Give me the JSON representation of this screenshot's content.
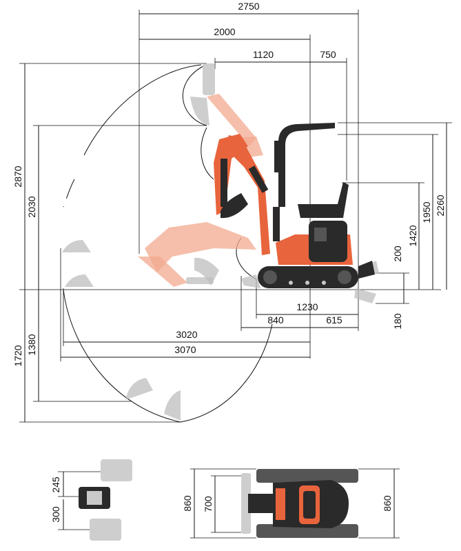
{
  "side_view": {
    "horizontal_dims": {
      "overall": "2750",
      "to_pivot": "2000",
      "boom_offset": "1120",
      "rear": "750",
      "ground_total": "1230",
      "front_track": "840",
      "rear_track": "615",
      "reach_ground": "3020",
      "reach_max": "3070"
    },
    "vertical_dims": {
      "max_height": "2870",
      "dump_height": "2030",
      "canopy_height": "2260",
      "seat_height": "1950",
      "upper_height": "1420",
      "blade_lift": "200",
      "blade_drop": "180",
      "dig_depth_max": "1720",
      "dig_depth_wall": "1380"
    }
  },
  "plan_views": {
    "blade_offset_left": "245",
    "blade_offset_right": "300",
    "track_width_inner": "700",
    "track_width_outer": "860",
    "machine_width": "860"
  },
  "colors": {
    "machine": "#e8643c",
    "machine_ghost": "#f2a98f",
    "steel": "#2a2a2a",
    "lines": "#111111"
  }
}
